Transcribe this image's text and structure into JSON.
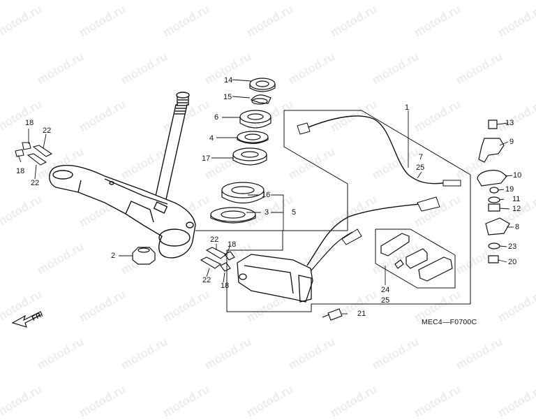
{
  "watermark": "motod.ru",
  "diagram_code": "MEC4—F0700C",
  "direction_label": "FR.",
  "callouts": {
    "c1": "1",
    "c2": "2",
    "c3": "3",
    "c4": "4",
    "c5": "5",
    "c6": "6",
    "c7": "7",
    "c8": "8",
    "c9": "9",
    "c10": "10",
    "c11": "11",
    "c12": "12",
    "c13": "13",
    "c14": "14",
    "c15": "15",
    "c16": "16",
    "c17": "17",
    "c18a": "18",
    "c18b": "18",
    "c18c": "18",
    "c18d": "18",
    "c19": "19",
    "c20": "20",
    "c21": "21",
    "c22a": "22",
    "c22b": "22",
    "c22c": "22",
    "c22d": "22",
    "c23": "23",
    "c24": "24",
    "c25a": "25",
    "c25b": "25"
  }
}
